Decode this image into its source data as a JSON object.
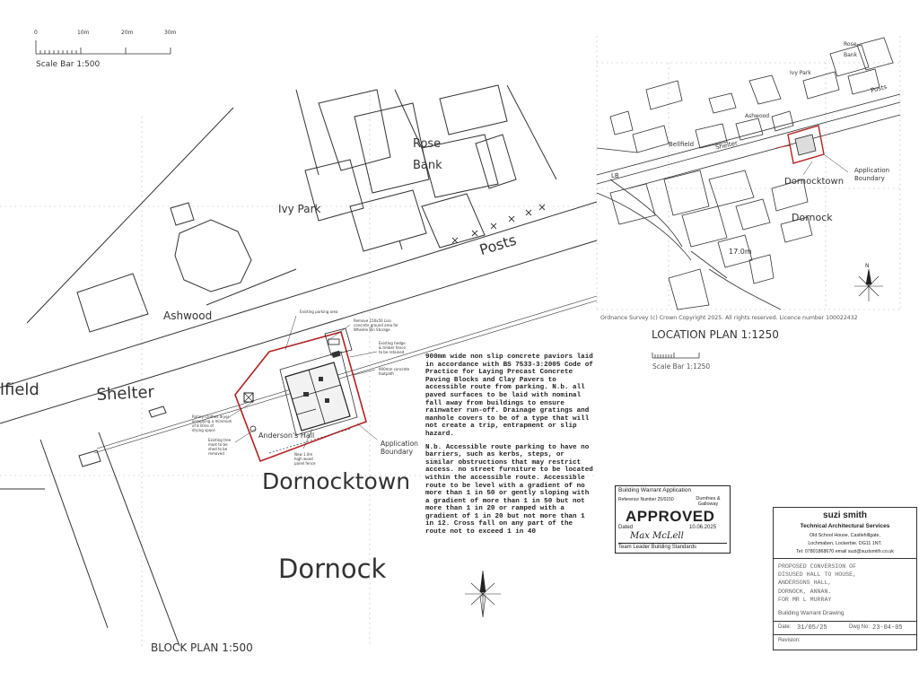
{
  "block_plan": {
    "scale_bar": {
      "ticks": [
        "0",
        "10m",
        "20m",
        "30m"
      ],
      "caption": "Scale Bar 1:500"
    },
    "place_labels": {
      "rose": "Rose",
      "bank": "Bank",
      "ivy_park": "Ivy Park",
      "posts": "Posts",
      "ashwood": "Ashwood",
      "bellfield": "lfield",
      "shelter": "Shelter",
      "andersons_hall": "Anderson's Hall",
      "dornocktown": "Dornocktown",
      "dornock": "Dornock"
    },
    "callouts": {
      "parking": "Existing parking area",
      "kerb_1": "Remove 150x50 Lisa",
      "kerb_2": "concrete ground area for",
      "kerb_3": "Wheelie Bin Storage",
      "hedge_1": "Existing hedge",
      "hedge_2": "& timber fence",
      "hedge_3": "to be retained",
      "footpath_1": "900mm concrete",
      "footpath_2": "footpath",
      "soak_1": "Rotary Clothes dryer",
      "soak_2": "occupying a minimum",
      "soak_3": "of 8 litres of",
      "soak_4": "drying space",
      "tree_1": "Existing tree",
      "tree_2": "mast to be",
      "tree_3": "shed to be",
      "tree_4": "removed",
      "fence_1": "New 1.0m",
      "fence_2": "high wood",
      "fence_3": "panel fence",
      "app_boundary_1": "Application",
      "app_boundary_2": "Boundary"
    },
    "notes": {
      "paragraph_1": "900mm wide non slip concrete paviors laid in accordance with BS 7533-3:2005 Code of Practice for Laying Precast Concrete Paving Blocks and Clay Pavers to accessible route from parking. N.b. all paved surfaces to be laid with nominal fall away from buildings to ensure rainwater run-off. Drainage gratings and manhole covers to be of a type that will not create a trip, entrapment or slip hazard.",
      "paragraph_2": "N.b. Accessible route parking to have no barriers, such as kerbs, steps, or similar obstructions that may restrict access. no street furniture to be located within the accessible route. Accessible route to be level with a gradient of no more than 1 in 50 or gently sloping with a gradient of more than 1 in 50 but not more than 1 in 20 or ramped with a gradient of 1 in 20 but not more than 1 in 12. Cross fall on any part of the route not to exceed 1 in 40"
    },
    "title": "BLOCK PLAN 1:500"
  },
  "location_plan": {
    "labels": {
      "rose": "Rose",
      "bank": "Bank",
      "ivy_park": "Ivy Park",
      "posts": "Posts",
      "ashwood": "Ashwood",
      "bellfield": "Bellfield",
      "shelter": "Shelter",
      "lb": "LB",
      "dornocktown": "Dornocktown",
      "dornock": "Dornock",
      "level": "17.0m",
      "app_1": "Application",
      "app_2": "Boundary"
    },
    "copyright": "Ordnance Survey (c) Crown Copyright 2025. All rights reserved. Licence number 100022432",
    "title": "LOCATION PLAN 1:1250",
    "scale_bar": "Scale Bar 1:1250",
    "north": "N"
  },
  "approval_stamp": {
    "title": "Building Warrant Application",
    "reference": "Reference Number 25/0150",
    "council": "Dumfries & Galloway",
    "status": "APPROVED",
    "dated_label": "Dated",
    "date": "10.06.2025",
    "signature": "Max McLell",
    "role": "Team Leader Building Standards"
  },
  "title_block": {
    "company": "suzi smith",
    "service": "Technical Architectural Services",
    "address_1": "Old School House, Castlehillgate,",
    "address_2": "Lochmaben, Lockerbie. DG11 1NT.",
    "contact": "Tel: 07801868670  email suzi@suzismith.co.uk",
    "description": [
      "PROPOSED CONVERSION OF",
      "DISUSED HALL TO HOUSE,",
      "ANDERSONS HALL,",
      "DORNOCK, ANNAN.",
      "FOR MR L MURRAY"
    ],
    "drawing_type": "Building Warrant Drawing",
    "date_label": "Date:",
    "date": "31/05/25",
    "dwg_label": "Dwg No:",
    "dwg_no": "23-04-05",
    "revision_label": "Revision:"
  },
  "colors": {
    "line": "#333333",
    "boundary_red": "#b22222",
    "grid": "#999999"
  }
}
